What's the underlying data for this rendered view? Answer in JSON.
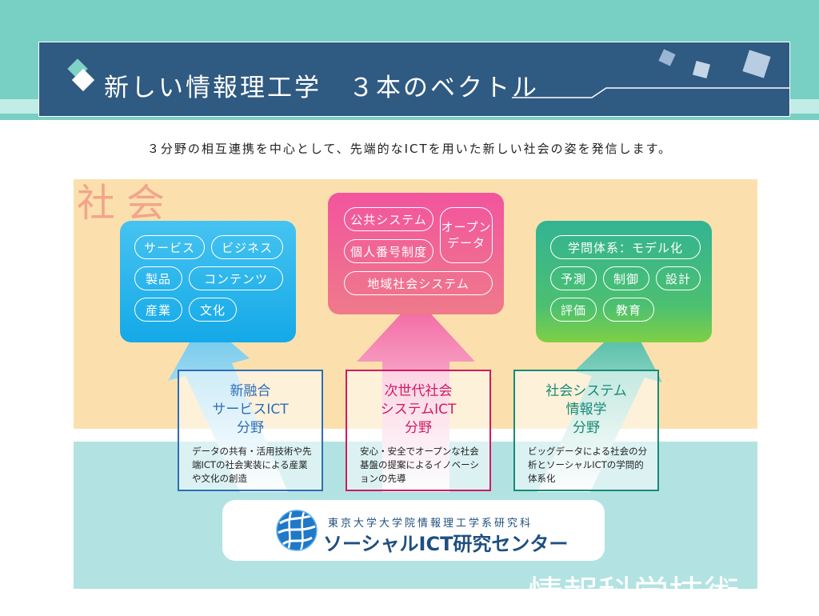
{
  "header": {
    "title": "新しい情報理工学　３本のベクトル"
  },
  "subtitle": "３分野の相互連携を中心として、先端的なICTを用いた新しい社会の姿を発信します。",
  "society": {
    "label": "社会"
  },
  "science": {
    "label": "情報科学技術"
  },
  "boxes": {
    "blue": {
      "pills": [
        "サービス",
        "ビジネス",
        "製品",
        "コンテンツ",
        "産業",
        "文化"
      ]
    },
    "pink": {
      "pills": [
        "公共システム",
        "個人番号制度",
        "オープン\nデータ",
        "地域社会システム"
      ]
    },
    "green": {
      "pills": [
        "学問体系：モデル化",
        "予測",
        "制御",
        "設計",
        "評価",
        "教育"
      ]
    }
  },
  "fields": [
    {
      "title": "新融合\nサービスICT\n分野",
      "desc": "データの共有・活用技術や先端ICTの社会実装による産業や文化の創造"
    },
    {
      "title": "次世代社会\nシステムICT\n分野",
      "desc": "安心・安全でオープンな社会基盤の提案によるイノベーションの先導"
    },
    {
      "title": "社会システム\n情報学\n分野",
      "desc": "ビッグデータによる社会の分析とソーシャルICTの学問的体系化"
    }
  ],
  "center": {
    "org": "東京大学大学院情報理工学系研究科",
    "name": "ソーシャルICT研究センター"
  },
  "colors": {
    "title_bar": "#2f5a82",
    "blue": "#14a9e7",
    "pink": "#ef5a9a",
    "green": "#4cc070",
    "field_blue": "#2f6db6",
    "field_pink": "#d01a62",
    "field_green": "#178a78"
  }
}
